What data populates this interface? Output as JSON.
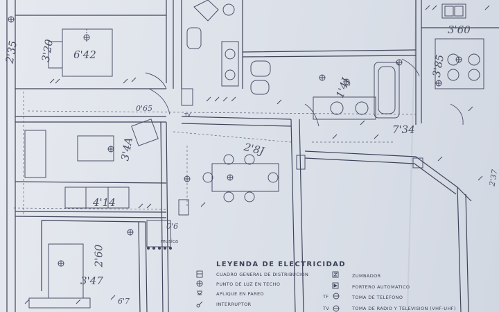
{
  "legend": {
    "title": "LEYENDA DE ELECTRICIDAD",
    "left_items": [
      "CUADRO GENERAL DE DISTRIBUCION",
      "PUNTO DE LUZ EN TECHO",
      "APLIQUE EN PARED",
      "INTERRUPTOR"
    ],
    "right_items": [
      "ZUMBADOR",
      "PORTERO AUTOMATICO",
      "TOMA DE TELEFONO",
      "TOMA DE RADIO Y TELEVISION (VHF-UHF)"
    ],
    "right_codes": [
      "",
      "",
      "TF",
      "TV"
    ]
  },
  "room_labels": {
    "bedroom_top": "6'42",
    "bedroom_top_side": "3'20",
    "living": "3'4A",
    "kitchen": "3'60",
    "kitchen_side": "3'85",
    "bath": "1'4J",
    "hall": "7'34",
    "hall_b": "2'8J",
    "dining": "4'14",
    "bedroom_bottom": "2'60",
    "bedroom_bottom_b": "3'47",
    "left_top": "2'35",
    "mid_small": "0'65",
    "corner": "2'37",
    "zero_small": "0'6",
    "side_number": "6'7"
  },
  "plan_marks": {
    "tv_label": "TV",
    "musica_label": "musica"
  },
  "colors": {
    "paper": "#e3e7ee",
    "ink": "#3c4257",
    "pencil": "#5a6078"
  }
}
